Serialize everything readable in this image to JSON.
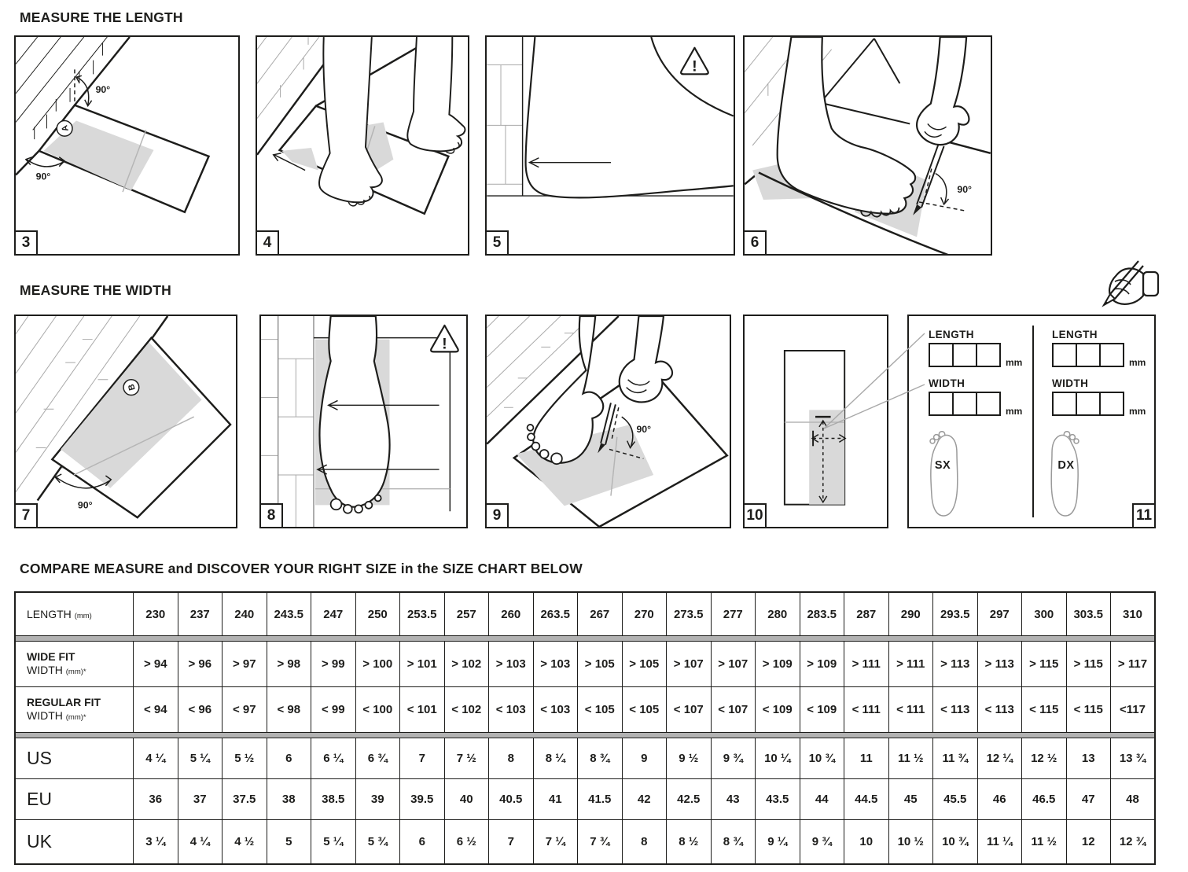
{
  "headings": {
    "length": "MEASURE THE LENGTH",
    "width": "MEASURE THE WIDTH",
    "chart": "COMPARE MEASURE and DISCOVER YOUR RIGHT SIZE in the SIZE CHART BELOW"
  },
  "panels": {
    "p3": {
      "number": "3",
      "angle_top": "90°",
      "angle_bottom": "90°",
      "marker": "A"
    },
    "p4": {
      "number": "4"
    },
    "p5": {
      "number": "5",
      "warning": "!"
    },
    "p6": {
      "number": "6",
      "angle": "90°"
    },
    "p7": {
      "number": "7",
      "angle": "90°",
      "marker": "B"
    },
    "p8": {
      "number": "8",
      "warning": "!"
    },
    "p9": {
      "number": "9",
      "angle": "90°"
    },
    "p10": {
      "number": "10"
    },
    "p11": {
      "number": "11",
      "left": {
        "length_label": "LENGTH",
        "width_label": "WIDTH",
        "length_unit": "mm",
        "width_unit": "mm",
        "foot_label": "SX"
      },
      "right": {
        "length_label": "LENGTH",
        "width_label": "WIDTH",
        "length_unit": "mm",
        "width_unit": "mm",
        "foot_label": "DX"
      }
    }
  },
  "size_table": {
    "rows": [
      {
        "id": "length",
        "style": "plain",
        "label": "LENGTH",
        "label_small": "(mm)",
        "values": [
          "230",
          "237",
          "240",
          "243.5",
          "247",
          "250",
          "253.5",
          "257",
          "260",
          "263.5",
          "267",
          "270",
          "273.5",
          "277",
          "280",
          "283.5",
          "287",
          "290",
          "293.5",
          "297",
          "300",
          "303.5",
          "310"
        ]
      },
      {
        "id": "wide-fit",
        "style": "twoline",
        "label": "WIDE FIT",
        "label2": "WIDTH",
        "label2_small": "(mm)*",
        "values": [
          "> 94",
          "> 96",
          "> 97",
          "> 98",
          "> 99",
          "> 100",
          "> 101",
          "> 102",
          "> 103",
          "> 103",
          "> 105",
          "> 105",
          "> 107",
          "> 107",
          "> 109",
          "> 109",
          "> 111",
          "> 111",
          "> 113",
          "> 113",
          "> 115",
          "> 115",
          "> 117"
        ]
      },
      {
        "id": "regular-fit",
        "style": "twoline",
        "label": "REGULAR FIT",
        "label2": "WIDTH",
        "label2_small": "(mm)*",
        "values": [
          "< 94",
          "< 96",
          "< 97",
          "< 98",
          "< 99",
          "< 100",
          "< 101",
          "< 102",
          "< 103",
          "< 103",
          "< 105",
          "< 105",
          "< 107",
          "< 107",
          "< 109",
          "< 109",
          "< 111",
          "< 111",
          "< 113",
          "< 113",
          "< 115",
          "< 115",
          "<117"
        ]
      },
      {
        "id": "us",
        "style": "big",
        "label": "US",
        "values": [
          "4 ¼",
          "5 ¼",
          "5 ½",
          "6",
          "6 ¼",
          "6 ¾",
          "7",
          "7 ½",
          "8",
          "8 ¼",
          "8 ¾",
          "9",
          "9 ½",
          "9 ¾",
          "10 ¼",
          "10 ¾",
          "11",
          "11 ½",
          "11 ¾",
          "12 ¼",
          "12 ½",
          "13",
          "13 ¾"
        ]
      },
      {
        "id": "eu",
        "style": "big",
        "label": "EU",
        "values": [
          "36",
          "37",
          "37.5",
          "38",
          "38.5",
          "39",
          "39.5",
          "40",
          "40.5",
          "41",
          "41.5",
          "42",
          "42.5",
          "43",
          "43.5",
          "44",
          "44.5",
          "45",
          "45.5",
          "46",
          "46.5",
          "47",
          "48"
        ]
      },
      {
        "id": "uk",
        "style": "big",
        "label": "UK",
        "values": [
          "3 ¼",
          "4 ¼",
          "4 ½",
          "5",
          "5 ¼",
          "5 ¾",
          "6",
          "6 ½",
          "7",
          "7 ¼",
          "7 ¾",
          "8",
          "8 ½",
          "8 ¾",
          "9 ¼",
          "9 ¾",
          "10",
          "10 ½",
          "10 ¾",
          "11 ¼",
          "11 ½",
          "12",
          "12 ¾"
        ]
      }
    ],
    "separator_after": [
      "length",
      "regular-fit"
    ]
  },
  "colors": {
    "ink": "#1d1d1b",
    "paper_gray": "#d9d9d9",
    "hatch": "#a9a9a9",
    "separator": "#b2b2b2"
  }
}
